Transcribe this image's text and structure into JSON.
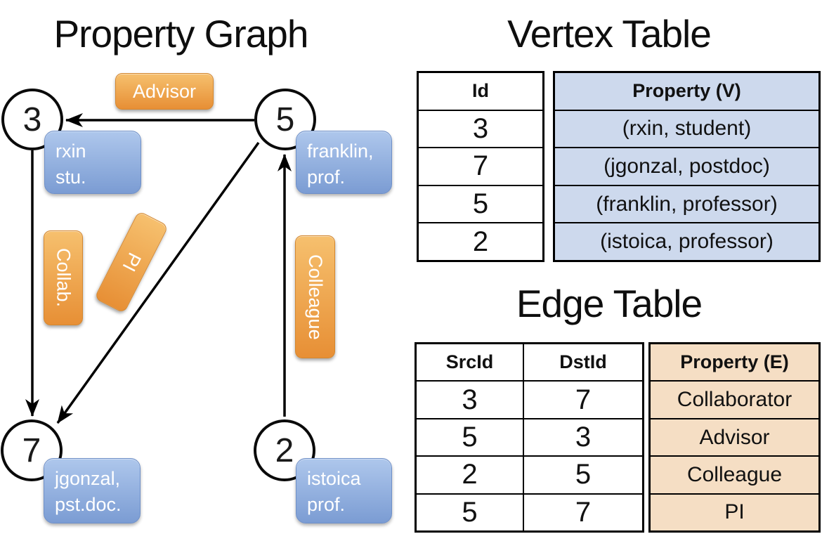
{
  "graph": {
    "title": "Property Graph",
    "nodes": [
      {
        "id": "3",
        "label_lines": [
          "rxin",
          "stu."
        ]
      },
      {
        "id": "5",
        "label_lines": [
          "franklin,",
          "prof."
        ]
      },
      {
        "id": "7",
        "label_lines": [
          "jgonzal,",
          "pst.doc."
        ]
      },
      {
        "id": "2",
        "label_lines": [
          "istoica",
          "prof."
        ]
      }
    ],
    "edge_labels": [
      "Advisor",
      "Collab.",
      "PI",
      "Colleague"
    ]
  },
  "vertex_table": {
    "title": "Vertex Table",
    "columns": [
      "Id",
      "Property (V)"
    ],
    "rows": [
      {
        "id": "3",
        "property": "(rxin, student)"
      },
      {
        "id": "7",
        "property": "(jgonzal, postdoc)"
      },
      {
        "id": "5",
        "property": "(franklin, professor)"
      },
      {
        "id": "2",
        "property": "(istoica, professor)"
      }
    ]
  },
  "edge_table": {
    "title": "Edge Table",
    "columns": [
      "SrcId",
      "DstId",
      "Property (E)"
    ],
    "rows": [
      {
        "src": "3",
        "dst": "7",
        "property": "Collaborator"
      },
      {
        "src": "5",
        "dst": "3",
        "property": "Advisor"
      },
      {
        "src": "2",
        "dst": "5",
        "property": "Colleague"
      },
      {
        "src": "5",
        "dst": "7",
        "property": "PI"
      }
    ]
  },
  "colors": {
    "edge_label_fill_top": "#f6c06e",
    "edge_label_fill_bottom": "#e78f35",
    "vertex_label_fill_top": "#aec7ec",
    "vertex_label_fill_bottom": "#7b9cd3",
    "vertex_table_fill": "#cdd9ed",
    "edge_table_fill": "#f5dec4",
    "line_color": "#000000",
    "background": "#ffffff"
  }
}
